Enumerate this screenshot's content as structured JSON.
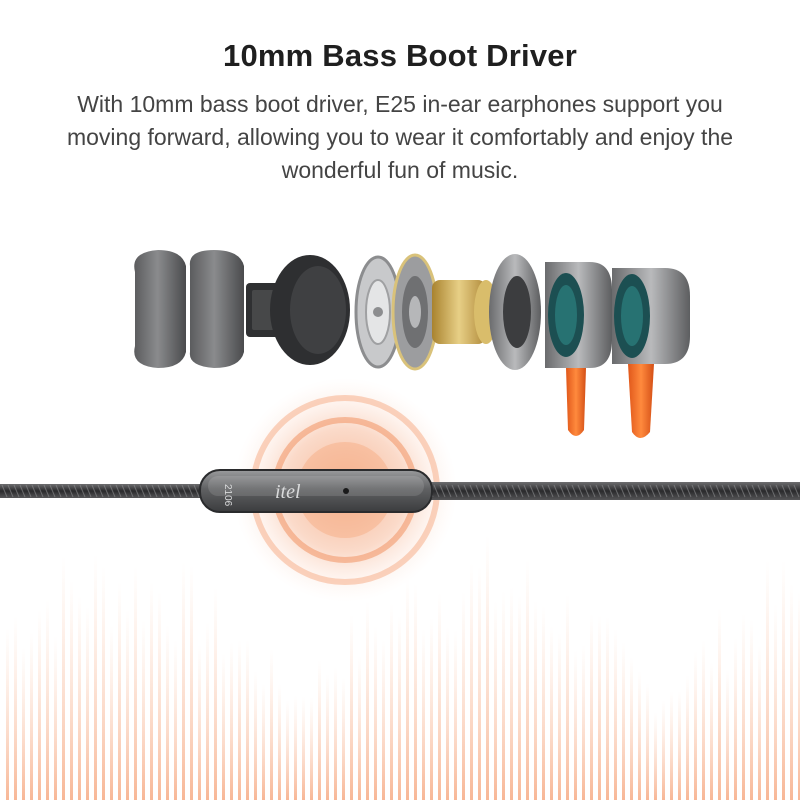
{
  "hero": {
    "title": "10mm Bass Boot Driver",
    "description_lines": [
      "With 10mm bass boot driver, E25 in-ear earphones support you",
      "moving forward, allowing you to wear it comfortably and enjoy the",
      "wonderful fun of music."
    ]
  },
  "remote": {
    "brand_logo_text": "itel",
    "model_text": "2106"
  },
  "colors": {
    "accent_orange": "#f26b1f",
    "glow": "#f7a57a",
    "driver_gold": "#c9a44a",
    "eartip_gray": "#6d6e70",
    "housing_dark": "#3a3b3d",
    "teal_mesh": "#1f6b6b"
  },
  "icons": {
    "remote_mic": "mic-dot-icon",
    "glow_rings": "sound-ripple-icon"
  }
}
